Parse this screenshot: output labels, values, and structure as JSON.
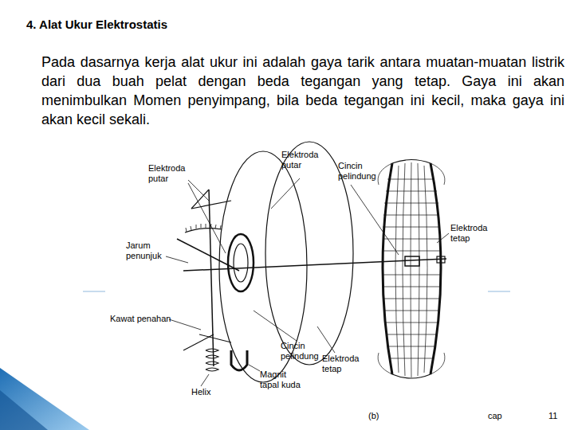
{
  "diagram": {
    "title": "4. Alat Ukur Elektrostatis",
    "labels": [
      "Pada dasarnya kerja alat ukur ini adalah gaya tarik antara muatan-muatan listrik dari dua buah pelat dengan beda tegangan yang tetap. Gaya ini akan menimbulkan Momen penyimpang, bila beda tegangan ini kecil, maka gaya ini akan kecil sekali.",
      "Elektroda putar",
      "Elektroda putar",
      "Cincin pelindung",
      "Elektroda tetap",
      "Jarum penunjuk",
      "Kawat penahan",
      "Cincin pelindung",
      "Elektroda tetap",
      "Helix",
      "Magnit tapal kuda",
      "(b)",
      "cap",
      "11"
    ]
  }
}
